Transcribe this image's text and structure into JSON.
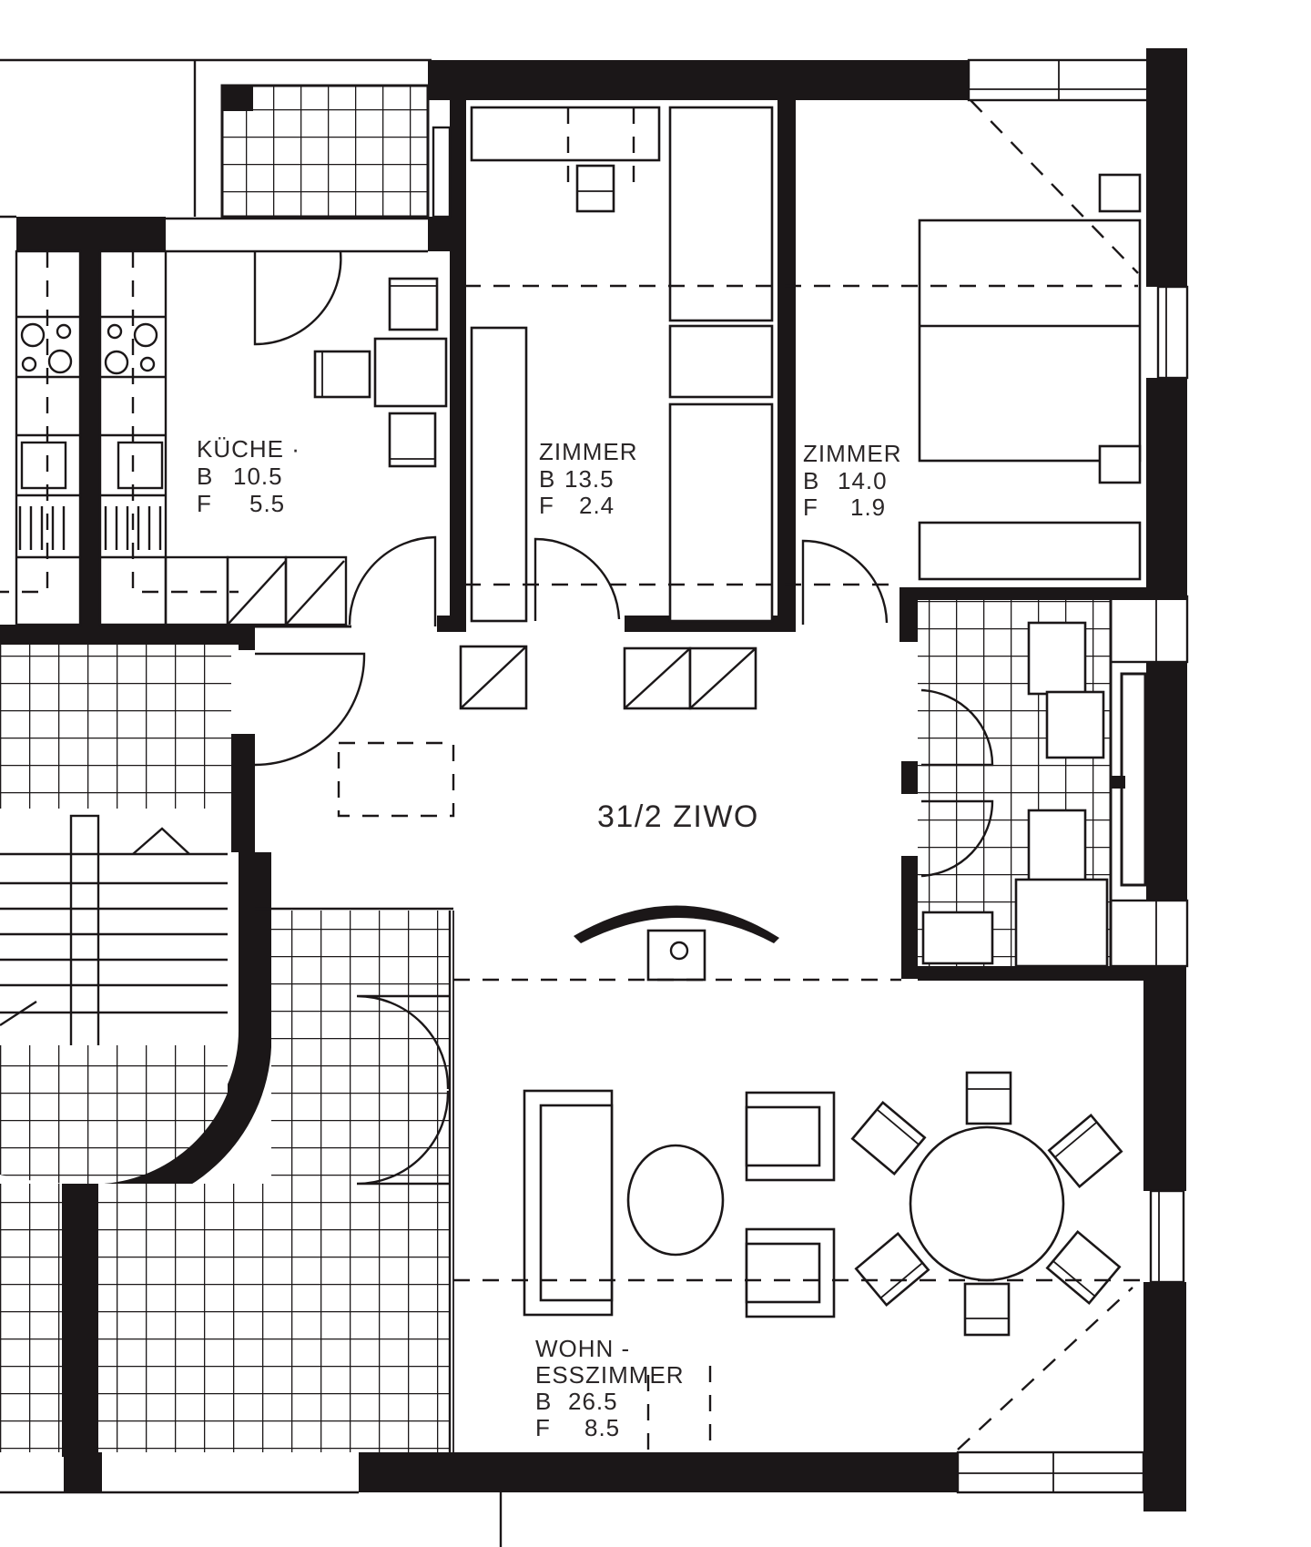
{
  "plan": {
    "title": "31/2 ZIWO",
    "colors": {
      "ink": "#1b1718",
      "paper": "#ffffff",
      "text": "#2a2627"
    },
    "rooms": [
      {
        "id": "kueche",
        "name": "KÜCHE ·",
        "b_label": "B",
        "b_value": "10.5",
        "f_label": "F",
        "f_value": "5.5"
      },
      {
        "id": "zimmer1",
        "name": "ZIMMER",
        "b_label": "B",
        "b_value": "13.5",
        "f_label": "F",
        "f_value": "2.4"
      },
      {
        "id": "zimmer2",
        "name": "ZIMMER",
        "b_label": "B",
        "b_value": "14.0",
        "f_label": "F",
        "f_value": "1.9"
      },
      {
        "id": "wohnen",
        "name_line1": "WOHN -",
        "name_line2": "ESSZIMMER",
        "b_label": "B",
        "b_value": "26.5",
        "f_label": "F",
        "f_value": "8.5"
      }
    ]
  }
}
